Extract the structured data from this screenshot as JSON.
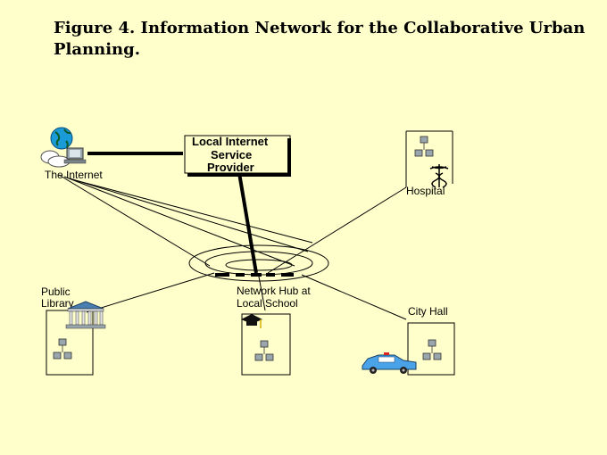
{
  "figure": {
    "title": "Figure 4. Information Network for the Collaborative Urban Planning."
  },
  "nodes": {
    "internet": {
      "label": "The Internet"
    },
    "isp": {
      "lines": [
        "Local Internet",
        "Service",
        "Provider"
      ]
    },
    "hospital": {
      "label": "Hospital"
    },
    "hub": {
      "lines": [
        "Network Hub at",
        "Local School"
      ]
    },
    "library": {
      "lines": [
        "Public",
        "Library"
      ]
    },
    "city_hall": {
      "label": "City Hall"
    }
  },
  "colors": {
    "background": "#ffffcc",
    "line": "#000000",
    "globe": "#1a9bd7",
    "computer": "#9aa6ad",
    "library_roof": "#4a7fb0",
    "police_car": "#4aa3e8"
  }
}
